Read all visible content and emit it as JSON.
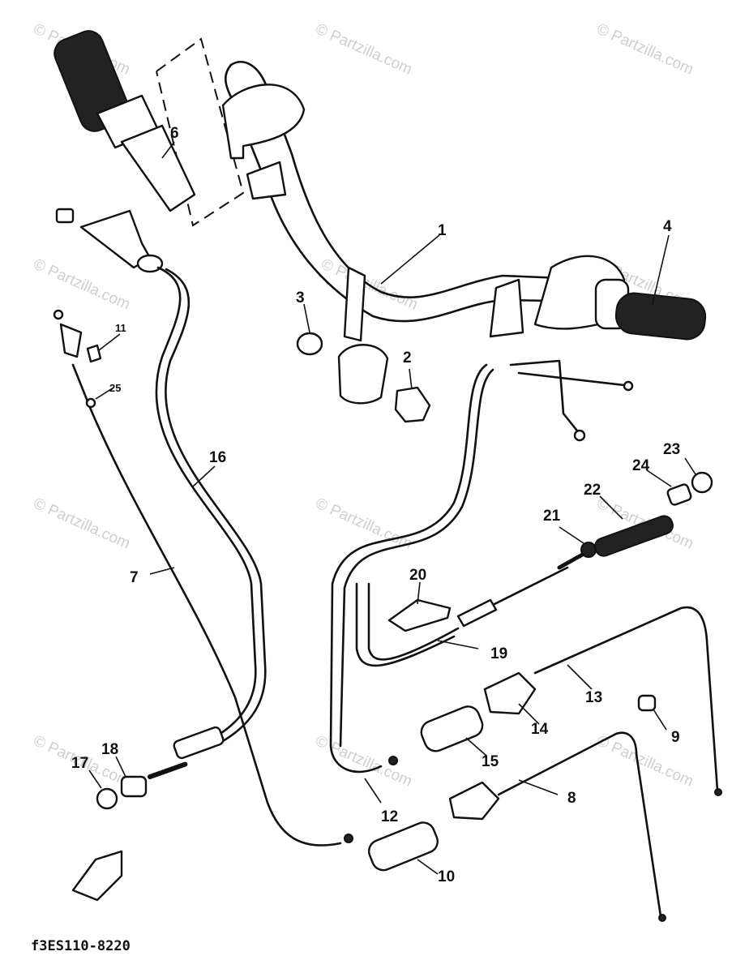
{
  "watermark_text": "© Partzilla.com",
  "drawing_code": "f3ES110-8220",
  "callouts": {
    "p1": "1",
    "p2": "2",
    "p3": "3",
    "p4": "4",
    "p6": "6",
    "p7": "7",
    "p8": "8",
    "p9": "9",
    "p10": "10",
    "p11": "11",
    "p12": "12",
    "p13": "13",
    "p14": "14",
    "p15": "15",
    "p16": "16",
    "p17": "17",
    "p18": "18",
    "p19": "19",
    "p20": "20",
    "p21": "21",
    "p22": "22",
    "p23": "23",
    "p24": "24",
    "p25": "25"
  }
}
